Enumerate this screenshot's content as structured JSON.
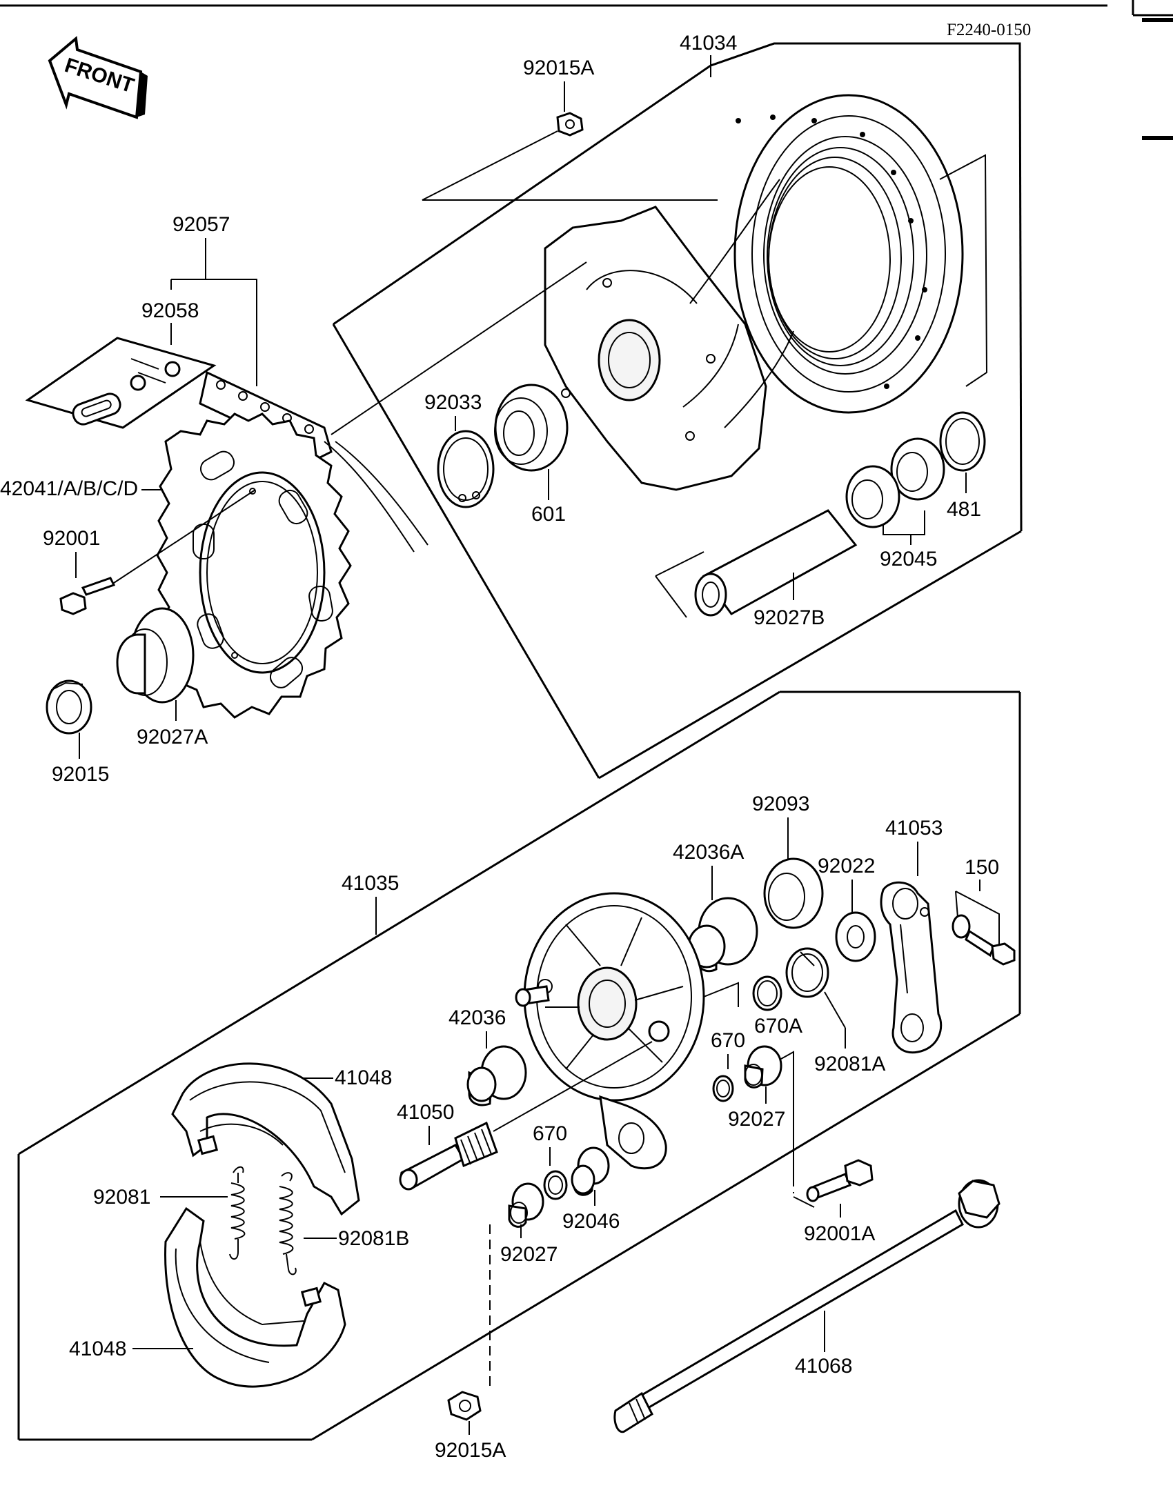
{
  "diagram": {
    "code": "F2240-0150",
    "front_label": "FRONT",
    "labels": {
      "p41034": "41034",
      "p92015A_top": "92015A",
      "p92057": "92057",
      "p92058": "92058",
      "p92033": "92033",
      "p601": "601",
      "p481": "481",
      "p92045": "92045",
      "p92027B": "92027B",
      "p42041": "42041/A/B/C/D",
      "p92001": "92001",
      "p92027A": "92027A",
      "p92015": "92015",
      "p92093": "92093",
      "p41053": "41053",
      "p42036A": "42036A",
      "p92022": "92022",
      "p150": "150",
      "p41035": "41035",
      "p42036": "42036",
      "p670a": "670",
      "p670A": "670A",
      "p92081A": "92081A",
      "p41048_top": "41048",
      "p41050": "41050",
      "p92027_right": "92027",
      "p670b": "670",
      "p92046": "92046",
      "p92081": "92081",
      "p92081B": "92081B",
      "p92001A": "92001A",
      "p92027_low": "92027",
      "p41048_bot": "41048",
      "p41068": "41068",
      "p92015A_bot": "92015A"
    }
  }
}
